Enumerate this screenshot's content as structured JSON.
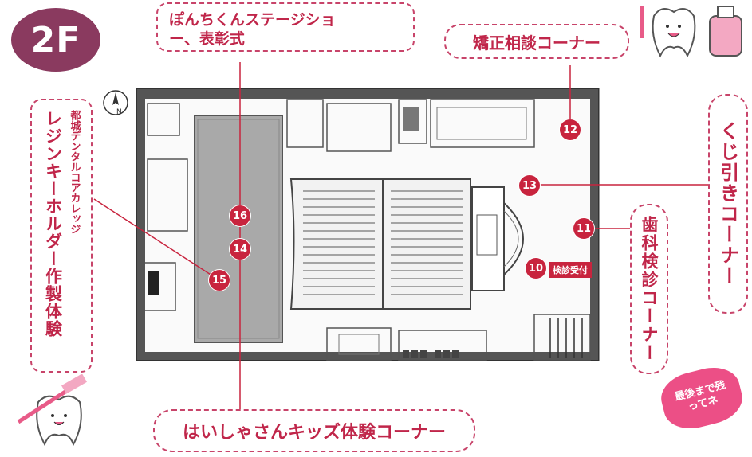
{
  "floor": "2F",
  "callouts": {
    "stage_show": "ぽんちくんステージショー、表彰式",
    "orthodontic": "矯正相談コーナー",
    "lottery": "くじ引きコーナー",
    "dental_checkup": "歯科検診コーナー",
    "keyholder": "レジンキーホルダー作製体験",
    "keyholder_org": "都城デンタルコアカレッジ",
    "kids": "はいしゃさんキッズ体験コーナー"
  },
  "markers": [
    "10",
    "11",
    "12",
    "13",
    "14",
    "15",
    "16"
  ],
  "reception_label": "検診受付",
  "stamp_text": "最後まで残ってネ",
  "compass": "N",
  "colors": {
    "badge": "#8a3a5f",
    "accent": "#c8243e",
    "dashed": "#c8446a",
    "stamp": "#ec4f86"
  }
}
